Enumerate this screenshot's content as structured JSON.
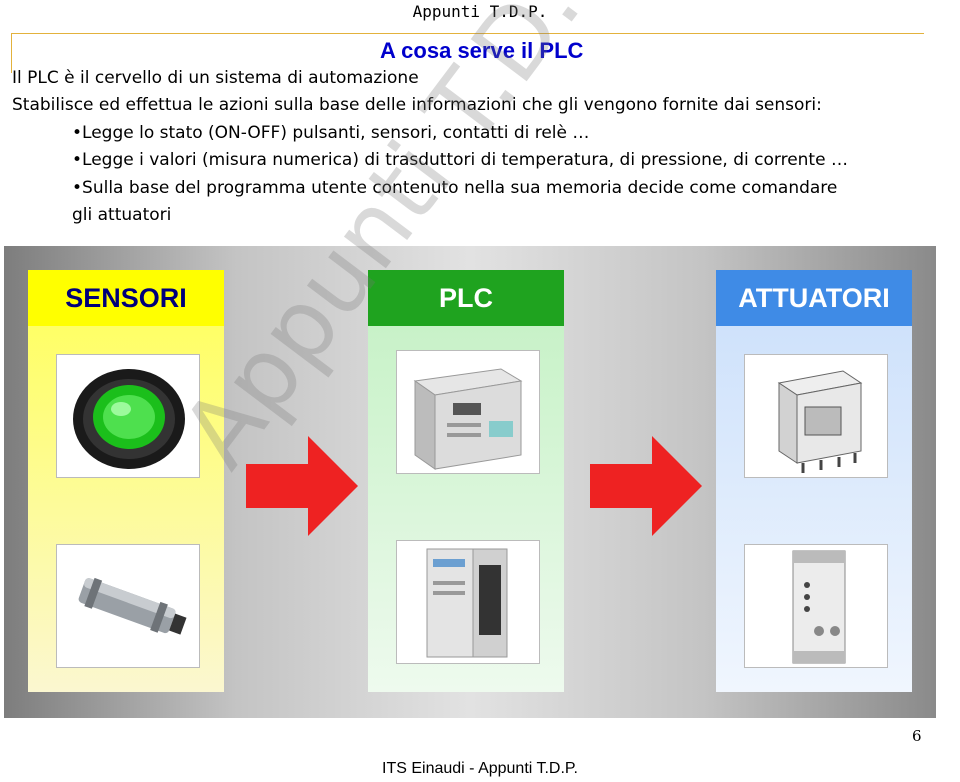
{
  "header": {
    "text": "Appunti T.D.P."
  },
  "slide": {
    "title": "A cosa serve il PLC",
    "lines": [
      "Il PLC è il cervello di un sistema di automazione",
      "Stabilisce ed effettua le azioni sulla base delle informazioni che gli vengono fornite dai sensori:",
      "•Legge lo stato (ON-OFF) pulsanti, sensori, contatti di relè …",
      "•Legge i valori (misura numerica) di trasduttori di temperatura, di pressione, di corrente …",
      "•Sulla base del programma utente contenuto nella sua memoria decide come comandare",
      "gli attuatori"
    ]
  },
  "diagram": {
    "columns": [
      {
        "label": "SENSORI",
        "head_color": "#ffff00",
        "head_text_color": "#00007a"
      },
      {
        "label": "PLC",
        "head_color": "#1fa31f",
        "head_text_color": "#ffffff"
      },
      {
        "label": "ATTUATORI",
        "head_color": "#3f8be6",
        "head_text_color": "#ffffff"
      }
    ],
    "arrow_color": "#ee2222"
  },
  "watermark": {
    "text": "Appunti T.D.P."
  },
  "page_number": "6",
  "footer": {
    "text": "ITS Einaudi - Appunti T.D.P."
  }
}
